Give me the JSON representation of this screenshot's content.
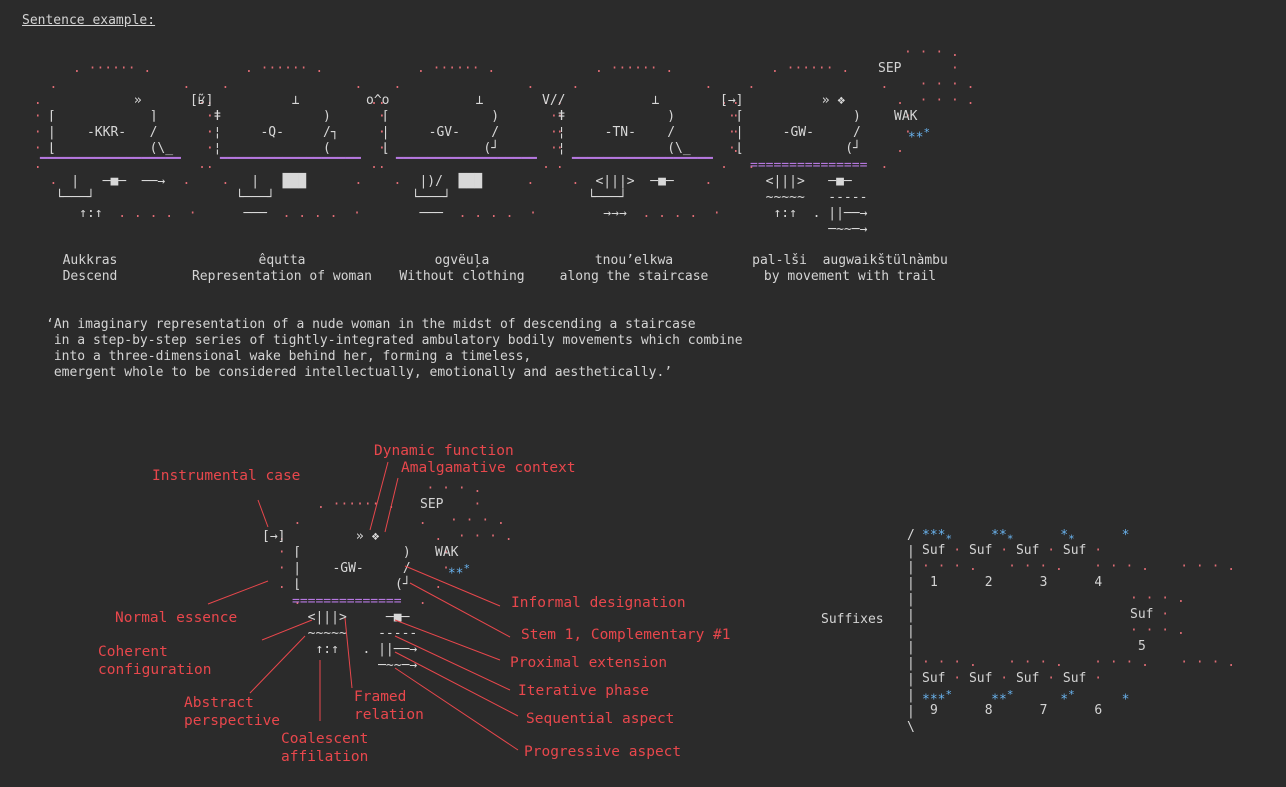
{
  "title": "Sentence example:",
  "words": [
    {
      "symbol": "Aukkras",
      "gloss": "Descend"
    },
    {
      "symbol": "êqutta",
      "gloss": "Representation of woman"
    },
    {
      "symbol": "ogvëuļa",
      "gloss": "Without clothing"
    },
    {
      "symbol": "tnou’elkwa",
      "gloss": "along the staircase"
    },
    {
      "symbol": "pal-lši  augwaikštülnàmbu",
      "gloss": "by movement with trail"
    }
  ],
  "glyph_codes": [
    "-KKR-",
    "-Q-",
    "-GV-",
    "-TN-",
    "-GW-"
  ],
  "glyph_markers": [
    "»",
    "[ʁ̃]",
    "o^o",
    "V//",
    "[→]"
  ],
  "sep_label": "SEP",
  "wak_label": "WAK",
  "translation": [
    "‘An imaginary representation of a nude woman in the midst of descending a staircase",
    " in a step-by-step series of tightly-integrated ambulatory bodily movements which combine",
    " into a three-dimensional wake behind her, forming a timeless,",
    " emergent whole to be considered intellectually, emotionally and aesthetically.’"
  ],
  "annotations": [
    "Dynamic function",
    "Amalgamative context",
    "Instrumental case",
    "Normal essence",
    "Coherent\nconfiguration",
    "Abstract\nperspective",
    "Coalescent\naffilation",
    "Framed\nrelation",
    "Informal designation",
    "Stem 1, Complementary #1",
    "Proximal extension",
    "Iterative phase",
    "Sequential aspect",
    "Progressive aspect"
  ],
  "suffixes": {
    "label": "Suffixes",
    "suf": "Suf",
    "numbers": [
      "1",
      "2",
      "3",
      "4",
      "5",
      "6",
      "7",
      "8",
      "9"
    ]
  },
  "colors": {
    "background": "#2b2b2b",
    "text": "#d4d4d4",
    "dots": "#e06c75",
    "stars": "#6ab4f0",
    "bar": "#b678e0",
    "annotation": "#e8474c"
  }
}
